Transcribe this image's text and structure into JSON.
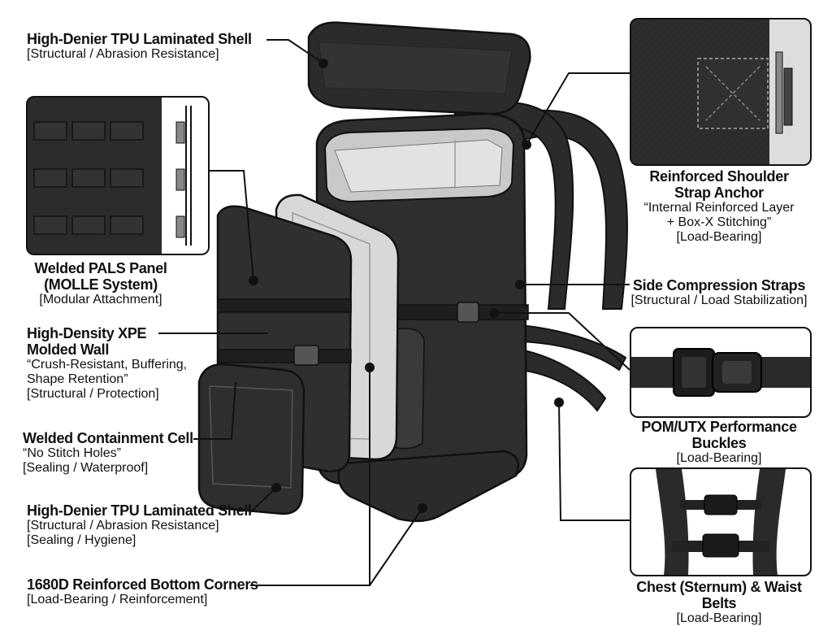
{
  "labels": {
    "top_shell": {
      "title": "High-Denier TPU Laminated Shell",
      "sub": "[Structural / Abrasion Resistance]"
    },
    "pals": {
      "title1": "Welded PALS Panel",
      "title2": "(MOLLE System)",
      "sub": "[Modular Attachment]"
    },
    "xpe": {
      "title1": "High-Density XPE",
      "title2": "Molded Wall",
      "quote1": "“Crush-Resistant, Buffering,",
      "quote2": "Shape Retention”",
      "sub": "[Structural / Protection]"
    },
    "cell": {
      "title": "Welded Containment Cell",
      "quote": "“No Stitch Holes”",
      "sub": "[Sealing / Waterproof]"
    },
    "bottom_shell": {
      "title": "High-Denier TPU Laminated Shell",
      "sub1": "[Structural / Abrasion Resistance]",
      "sub2": "[Sealing / Hygiene]"
    },
    "corners": {
      "title": "1680D Reinforced Bottom Corners",
      "sub": "[Load-Bearing / Reinforcement]"
    },
    "anchor": {
      "title1": "Reinforced Shoulder",
      "title2": "Strap Anchor",
      "quote1": "“Internal Reinforced Layer",
      "quote2": "+ Box-X Stitching”",
      "sub": "[Load-Bearing]"
    },
    "compression": {
      "title": "Side Compression Straps",
      "sub": "[Structural / Load Stabilization]"
    },
    "buckles": {
      "title": "POM/UTX Performance Buckles",
      "sub": "[Load-Bearing]"
    },
    "belts": {
      "title": "Chest (Sternum) & Waist Belts",
      "sub": "[Load-Bearing]"
    }
  },
  "colors": {
    "ink": "#111111",
    "dark_fabric": "#2b2b2b",
    "mid_fabric": "#3c3c3c",
    "liner": "#c9c9c9",
    "foam": "#d8d8d8"
  }
}
